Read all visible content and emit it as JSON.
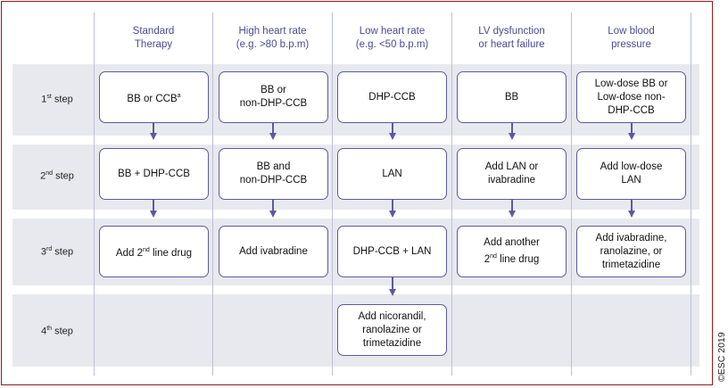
{
  "headers": [
    "Standard\nTherapy",
    "High heart rate\n(e.g. >80 b.p.m)",
    "Low heart rate\n(e.g. <50 b.p.m)",
    "LV dysfunction\nor heart failure",
    "Low blood\npressure"
  ],
  "steps": [
    {
      "num": "1",
      "sup": "st",
      "word": " step"
    },
    {
      "num": "2",
      "sup": "nd",
      "word": " step"
    },
    {
      "num": "3",
      "sup": "rd",
      "word": " step"
    },
    {
      "num": "4",
      "sup": "th",
      "word": " step"
    }
  ],
  "cells": {
    "s1": {
      "standard_pre": "BB or CCB",
      "standard_sup": "a",
      "high_hr": "BB or\nnon-DHP-CCB",
      "low_hr": "DHP-CCB",
      "lv_dysfunction": "BB",
      "low_bp": "Low-dose BB or\nLow-dose non-\nDHP-CCB"
    },
    "s2": {
      "standard": "BB + DHP-CCB",
      "high_hr": "BB and\nnon-DHP-CCB",
      "low_hr": "LAN",
      "lv_dysfunction": "Add LAN or\nivabradine",
      "low_bp": "Add low-dose\nLAN"
    },
    "s3": {
      "standard_pre": "Add 2",
      "standard_sup": "nd",
      "standard_post": " line drug",
      "high_hr": "Add ivabradine",
      "low_hr": "DHP-CCB + LAN",
      "lv_l1": "Add another",
      "lv_pre": "2",
      "lv_sup": "nd",
      "lv_post": " line drug",
      "low_bp": "Add ivabradine,\nranolazine, or\ntrimetazidine"
    },
    "s4": {
      "low_hr": "Add nicorandil,\nranolazine or\ntrimetazidine"
    }
  },
  "copyright": "©ESC 2019",
  "colors": {
    "frame": "#8e1b1f",
    "header_text": "#4a4a96",
    "box_border": "#5c5a9e",
    "band": "#e8e9ee"
  }
}
